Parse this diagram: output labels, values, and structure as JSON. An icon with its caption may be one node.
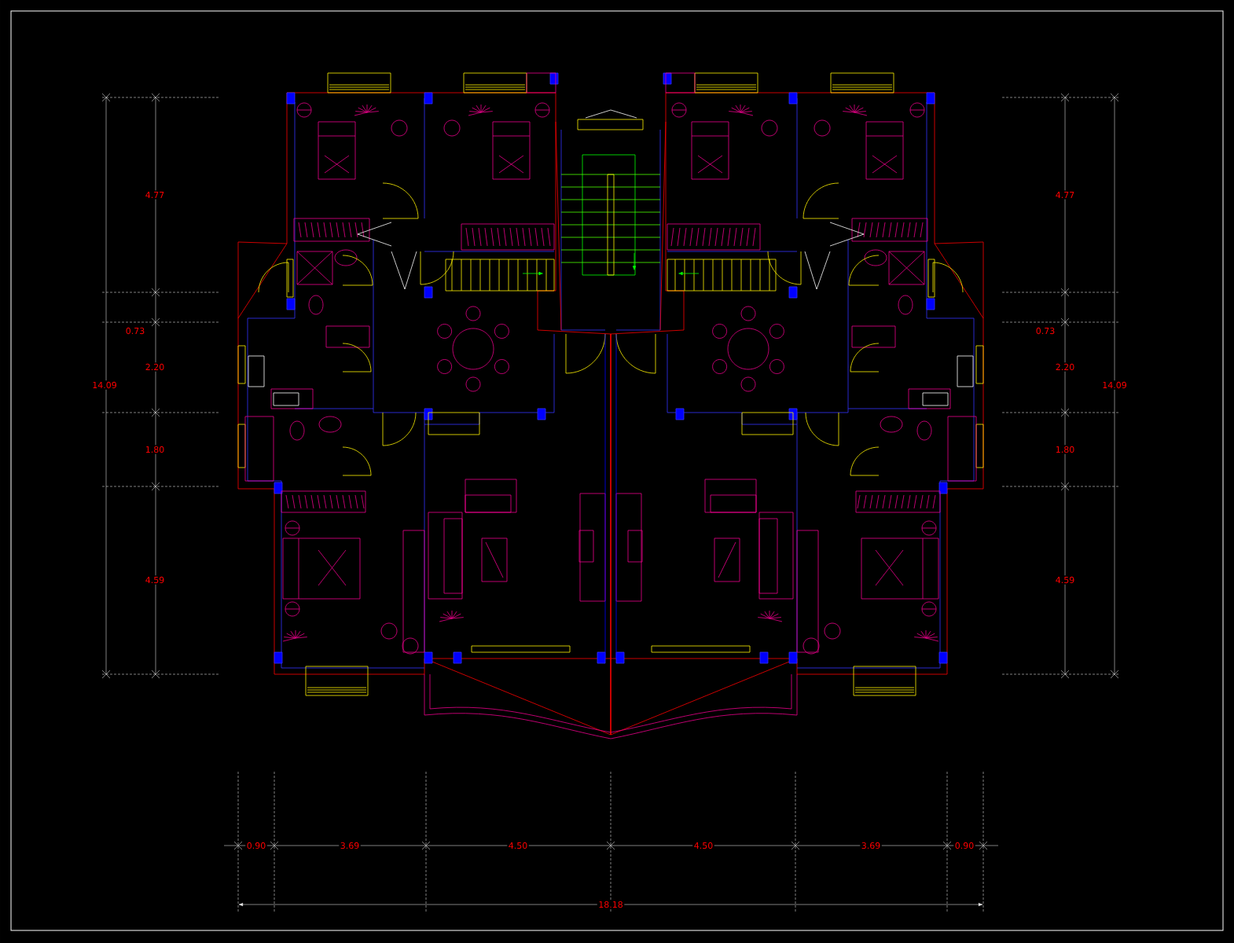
{
  "diagram": {
    "labels": [
      "4.77",
      "4.77",
      "0.73",
      "0.73",
      "2.20",
      "2.20",
      "14.09",
      "14.09",
      "1.80",
      "1.80",
      "4.59",
      "4.59",
      "0.90",
      "3.69",
      "4.50",
      "4.50",
      "3.69",
      "0.90",
      "18.18"
    ]
  }
}
